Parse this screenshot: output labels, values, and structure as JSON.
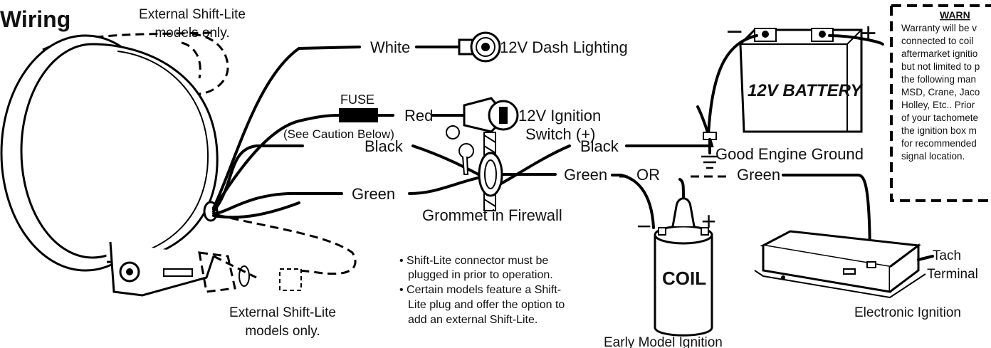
{
  "title": "Wiring",
  "external_shiftlite_top": [
    "External Shift-Lite",
    "models only."
  ],
  "external_shiftlite_bottom": [
    "External Shift-Lite",
    "models only."
  ],
  "wires": {
    "white": "White",
    "red": "Red",
    "black_left": "Black",
    "black_right": "Black",
    "green_left": "Green",
    "green_mid": "Green",
    "green_right": "Green",
    "or": "OR"
  },
  "fuse": {
    "label": "FUSE",
    "caution": "(See Caution Below)"
  },
  "components": {
    "dash_lighting": "12V Dash Lighting",
    "ignition_switch": [
      "12V Ignition",
      "Switch (+)"
    ],
    "grommet": "Grommet in Firewall",
    "battery": "12V BATTERY",
    "ground": "Good Engine Ground",
    "coil": "COIL",
    "early_ignition": "Early Model Ignition",
    "tach_terminal": [
      "Tach",
      "Terminal"
    ],
    "electronic_ignition": "Electronic Ignition"
  },
  "polarity": {
    "minus": "−",
    "plus": "+"
  },
  "notes": [
    "• Shift-Lite connector must be",
    "plugged in prior to operation.",
    "• Certain models feature a  Shift-",
    "Lite plug and offer the option to",
    "add an external Shift-Lite."
  ],
  "warning": {
    "title": "WARN",
    "lines": [
      "Warranty will be v",
      "connected to coil",
      "aftermarket ignitio",
      "but not limited to p",
      "the following man",
      "MSD, Crane, Jaco",
      "Holley, Etc..  Prior",
      "of your tachomete",
      "the ignition box m",
      "for recommended",
      "signal location."
    ]
  }
}
